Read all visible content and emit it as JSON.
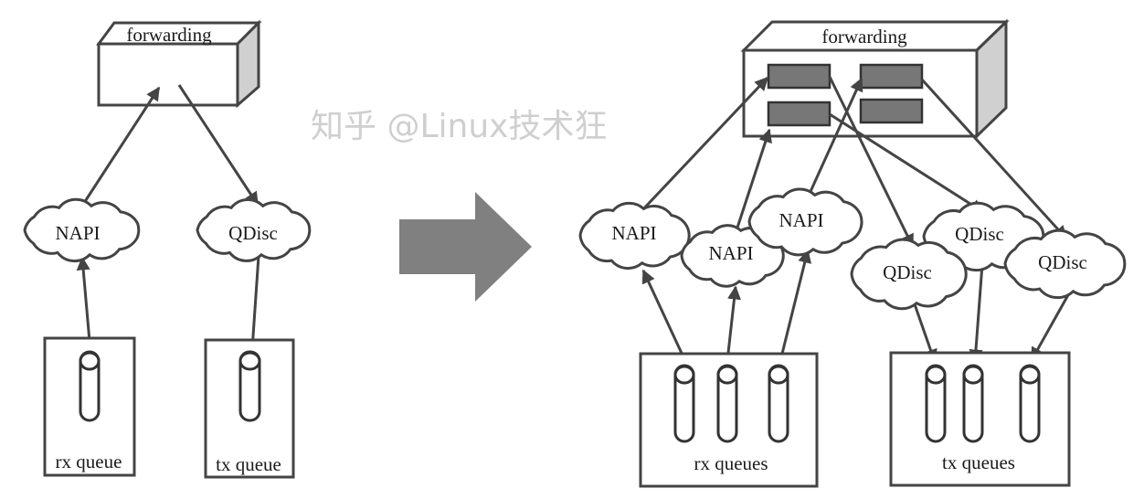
{
  "left": {
    "forwarding": "forwarding",
    "napi": "NAPI",
    "qdisc": "QDisc",
    "rx": "rx queue",
    "tx": "tx queue"
  },
  "right": {
    "forwarding": "forwarding",
    "napi": [
      "NAPI",
      "NAPI",
      "NAPI"
    ],
    "qdisc": [
      "QDisc",
      "QDisc",
      "QDisc"
    ],
    "rx": "rx queues",
    "tx": "tx queues"
  },
  "watermark": "知乎 @Linux技术狂",
  "colors": {
    "stroke": "#444444",
    "slot": "#777777",
    "side": "#d0d0d0",
    "arrow": "#808080"
  }
}
